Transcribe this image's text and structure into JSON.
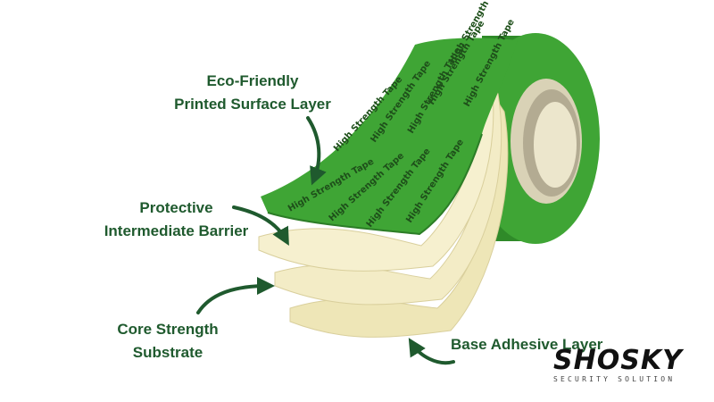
{
  "labels": {
    "printed_surface": [
      "Eco-Friendly",
      "Printed Surface Layer"
    ],
    "barrier": [
      "Protective",
      "Intermediate Barrier"
    ],
    "substrate": [
      "Core Strength",
      "Substrate"
    ],
    "adhesive": "Base Adhesive Layer"
  },
  "tape_print": "High Strength Tape",
  "logo": {
    "wordmark": "SHOSKY",
    "tagline": "SECURITY SOLUTION"
  },
  "colors": {
    "tape_green": "#3fa535",
    "tape_green_dark": "#2c7d27",
    "layer_cream": "#f2ecc2",
    "core": "#c9c1a6",
    "label_text": "#1f5a2e",
    "arrow": "#1f5a2e"
  }
}
